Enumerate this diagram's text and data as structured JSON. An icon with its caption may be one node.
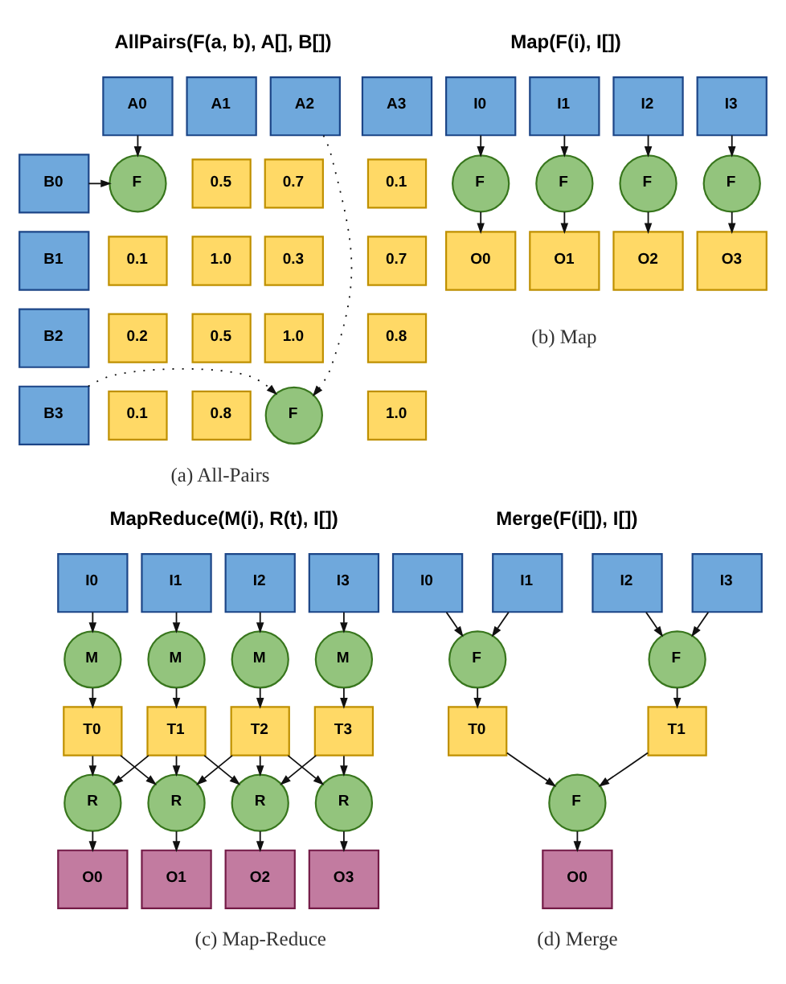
{
  "diagram": {
    "nodes": [
      {
        "text": [
          "A0"
        ]
      },
      {
        "text": [
          "A1"
        ]
      },
      {
        "text": [
          "A2"
        ]
      },
      {
        "text": [
          "A3"
        ]
      },
      {
        "text": [
          "B0"
        ]
      },
      {
        "text": [
          "F"
        ]
      },
      {
        "text": [
          "0.5"
        ]
      },
      {
        "text": [
          "0.7"
        ]
      },
      {
        "text": [
          "0.1"
        ]
      },
      {
        "text": [
          "B1"
        ]
      },
      {
        "text": [
          "0.1"
        ]
      },
      {
        "text": [
          "1.0"
        ]
      },
      {
        "text": [
          "0.3"
        ]
      },
      {
        "text": [
          "0.7"
        ]
      },
      {
        "text": [
          "B2"
        ]
      },
      {
        "text": [
          "0.2"
        ]
      },
      {
        "text": [
          "0.5"
        ]
      },
      {
        "text": [
          "1.0"
        ]
      },
      {
        "text": [
          "0.8"
        ]
      },
      {
        "text": [
          "B3"
        ]
      },
      {
        "text": [
          "0.1"
        ]
      },
      {
        "text": [
          "0.8"
        ]
      },
      {
        "text": [
          "F"
        ]
      },
      {
        "text": [
          "1.0"
        ]
      },
      {
        "text": [
          "I0"
        ]
      },
      {
        "text": [
          "I1"
        ]
      },
      {
        "text": [
          "I2"
        ]
      },
      {
        "text": [
          "I3"
        ]
      },
      {
        "text": [
          "F"
        ]
      },
      {
        "text": [
          "F"
        ]
      },
      {
        "text": [
          "F"
        ]
      },
      {
        "text": [
          "F"
        ]
      },
      {
        "text": [
          "O0"
        ]
      },
      {
        "text": [
          "O1"
        ]
      },
      {
        "text": [
          "O2"
        ]
      },
      {
        "text": [
          "O3"
        ]
      },
      {
        "text": [
          "I0"
        ]
      },
      {
        "text": [
          "I1"
        ]
      },
      {
        "text": [
          "I2"
        ]
      },
      {
        "text": [
          "I3"
        ]
      },
      {
        "text": [
          "M"
        ]
      },
      {
        "text": [
          "M"
        ]
      },
      {
        "text": [
          "M"
        ]
      },
      {
        "text": [
          "M"
        ]
      },
      {
        "text": [
          "T0"
        ]
      },
      {
        "text": [
          "T1"
        ]
      },
      {
        "text": [
          "T2"
        ]
      },
      {
        "text": [
          "T3"
        ]
      },
      {
        "text": [
          "R"
        ]
      },
      {
        "text": [
          "R"
        ]
      },
      {
        "text": [
          "R"
        ]
      },
      {
        "text": [
          "R"
        ]
      },
      {
        "text": [
          "O0"
        ]
      },
      {
        "text": [
          "O1"
        ]
      },
      {
        "text": [
          "O2"
        ]
      },
      {
        "text": [
          "O3"
        ]
      },
      {
        "text": [
          "I0"
        ]
      },
      {
        "text": [
          "I1"
        ]
      },
      {
        "text": [
          "I2"
        ]
      },
      {
        "text": [
          "I3"
        ]
      },
      {
        "text": [
          "F"
        ]
      },
      {
        "text": [
          "F"
        ]
      },
      {
        "text": [
          "T0"
        ]
      },
      {
        "text": [
          "T1"
        ]
      },
      {
        "text": [
          "F"
        ]
      },
      {
        "text": [
          "O0"
        ]
      }
    ],
    "edges": [
      {
        "from": 0,
        "to": 5,
        "arrow": "to"
      },
      {
        "from": 4,
        "to": 5,
        "arrow": "to"
      },
      {
        "from": 2,
        "to": 22,
        "arrow": "to",
        "style": "dashed"
      },
      {
        "from": 19,
        "to": 22,
        "arrow": "to",
        "style": "dashed"
      },
      {
        "from": 24,
        "to": 28,
        "arrow": "to"
      },
      {
        "from": 25,
        "to": 29,
        "arrow": "to"
      },
      {
        "from": 26,
        "to": 30,
        "arrow": "to"
      },
      {
        "from": 27,
        "to": 31,
        "arrow": "to"
      },
      {
        "from": 28,
        "to": 32,
        "arrow": "to"
      },
      {
        "from": 29,
        "to": 33,
        "arrow": "to"
      },
      {
        "from": 30,
        "to": 34,
        "arrow": "to"
      },
      {
        "from": 31,
        "to": 35,
        "arrow": "to"
      },
      {
        "from": 36,
        "to": 40,
        "arrow": "to"
      },
      {
        "from": 37,
        "to": 41,
        "arrow": "to"
      },
      {
        "from": 38,
        "to": 42,
        "arrow": "to"
      },
      {
        "from": 39,
        "to": 43,
        "arrow": "to"
      },
      {
        "from": 40,
        "to": 44,
        "arrow": "to"
      },
      {
        "from": 41,
        "to": 45,
        "arrow": "to"
      },
      {
        "from": 42,
        "to": 46,
        "arrow": "to"
      },
      {
        "from": 43,
        "to": 47,
        "arrow": "to"
      },
      {
        "from": 44,
        "to": 48,
        "arrow": "to"
      },
      {
        "from": 44,
        "to": 49,
        "arrow": "to"
      },
      {
        "from": 45,
        "to": 48,
        "arrow": "to"
      },
      {
        "from": 45,
        "to": 49,
        "arrow": "to"
      },
      {
        "from": 45,
        "to": 50,
        "arrow": "to"
      },
      {
        "from": 46,
        "to": 49,
        "arrow": "to"
      },
      {
        "from": 46,
        "to": 50,
        "arrow": "to"
      },
      {
        "from": 46,
        "to": 51,
        "arrow": "to"
      },
      {
        "from": 47,
        "to": 50,
        "arrow": "to"
      },
      {
        "from": 47,
        "to": 51,
        "arrow": "to"
      },
      {
        "from": 48,
        "to": 52,
        "arrow": "to"
      },
      {
        "from": 49,
        "to": 53,
        "arrow": "to"
      },
      {
        "from": 50,
        "to": 54,
        "arrow": "to"
      },
      {
        "from": 51,
        "to": 55,
        "arrow": "to"
      },
      {
        "from": 56,
        "to": 60,
        "arrow": "to"
      },
      {
        "from": 57,
        "to": 60,
        "arrow": "to"
      },
      {
        "from": 58,
        "to": 61,
        "arrow": "to"
      },
      {
        "from": 59,
        "to": 61,
        "arrow": "to"
      },
      {
        "from": 60,
        "to": 62,
        "arrow": "to"
      },
      {
        "from": 61,
        "to": 63,
        "arrow": "to"
      },
      {
        "from": 62,
        "to": 64,
        "arrow": "to"
      },
      {
        "from": 63,
        "to": 64,
        "arrow": "to"
      },
      {
        "from": 64,
        "to": 65,
        "arrow": "to"
      }
    ],
    "labels": [
      "AllPairs(F(a, b), A[], B[])",
      "Map(F(i), I[])",
      "(b) Map",
      "(a) All-Pairs",
      "MapReduce(M(i), R(t), I[])",
      "Merge(F(i[]), I[])",
      "(c) Map-Reduce",
      "(d) Merge"
    ]
  }
}
